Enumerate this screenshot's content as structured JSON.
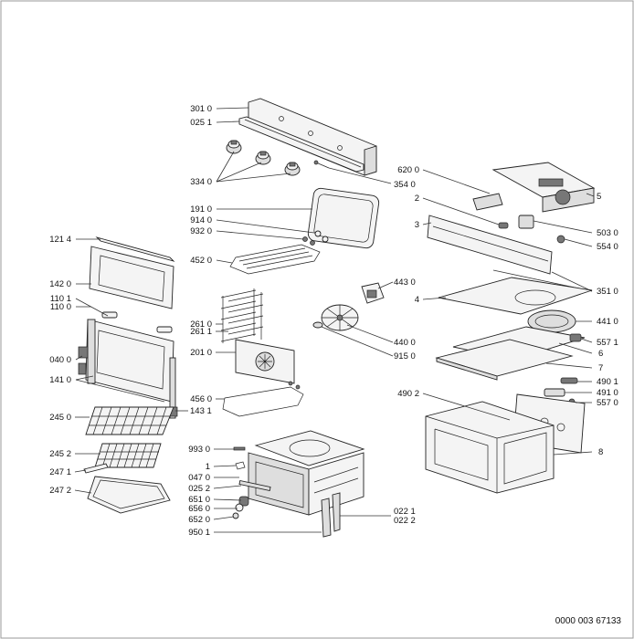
{
  "labels": {
    "l3010": "301 0",
    "l0251a": "025 1",
    "l3340": "334 0",
    "l3540": "354 0",
    "l1910": "191 0",
    "l9140": "914 0",
    "l9320": "932 0",
    "l4520": "452 0",
    "l1214": "121 4",
    "l1420": "142 0",
    "l1101": "110 1",
    "l1100": "110 0",
    "l0400": "040 0",
    "l1410": "141 0",
    "l2450": "245 0",
    "l2452": "245 2",
    "l2471": "247 1",
    "l2472": "247 2",
    "l2610": "261 0",
    "l2611": "261 1",
    "l2010": "201 0",
    "l4560": "456 0",
    "l1431": "143 1",
    "l9930": "993 0",
    "l1": "1",
    "l0470": "047 0",
    "l0252": "025 2",
    "l6510": "651 0",
    "l6560": "656 0",
    "l6520": "652 0",
    "l9501": "950 1",
    "l0221": "022 1",
    "l0222": "022 2",
    "l4430": "443 0",
    "l4400": "440 0",
    "l9150": "915 0",
    "l6200": "620 0",
    "l2": "2",
    "l3": "3",
    "l5": "5",
    "l5030": "503 0",
    "l5540": "554 0",
    "l3510": "351 0",
    "l4": "4",
    "l4410": "441 0",
    "l5571": "557 1",
    "l6": "6",
    "l7": "7",
    "l4901": "490 1",
    "l4902": "490 2",
    "l4910": "491 0",
    "l5570": "557 0",
    "l8": "8"
  },
  "reference": "0000 003 67133"
}
